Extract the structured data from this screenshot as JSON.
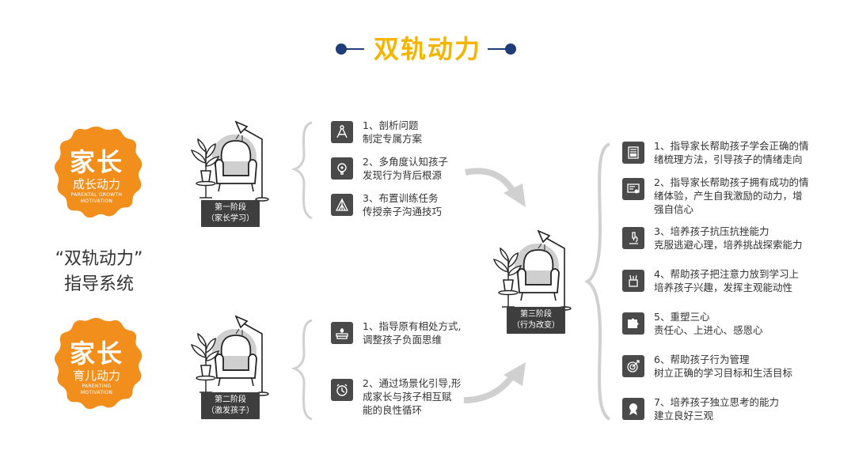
{
  "title": "双轨动力",
  "colors": {
    "orange": "#f28e1c",
    "yellow": "#f4b400",
    "navy": "#1f3d7a",
    "dark": "#4a4a4a",
    "gray": "#d0d0d0"
  },
  "system": {
    "line1": "“双轨动力”",
    "line2": "指导系统"
  },
  "badges": [
    {
      "main": "家长",
      "sub": "成长动力",
      "en1": "PARENTAL GROWTH",
      "en2": "MOTIVATION"
    },
    {
      "main": "家长",
      "sub": "育儿动力",
      "en1": "PARENTING",
      "en2": "MOTIVATION"
    }
  ],
  "stages": [
    {
      "line1": "第一阶段",
      "line2": "（家长学习）"
    },
    {
      "line1": "第二阶段",
      "line2": "（激发孩子）"
    },
    {
      "line1": "第三阶段",
      "line2": "（行为改变）"
    }
  ],
  "stage1_items": [
    {
      "icon": "compass-icon",
      "lines": [
        "1、剖析问题",
        "制定专属方案"
      ]
    },
    {
      "icon": "lightbulb-icon",
      "lines": [
        "2、多角度认知孩子",
        "发现行为背后根源"
      ]
    },
    {
      "icon": "tent-icon",
      "lines": [
        "3、布置训练任务",
        "传授亲子沟通技巧"
      ]
    }
  ],
  "stage2_items": [
    {
      "icon": "books-icon",
      "lines": [
        "1、指导原有相处方式,",
        "调整孩子负面思维"
      ]
    },
    {
      "icon": "alarm-clock-icon",
      "lines": [
        "2、通过场景化引导,形",
        "成家长与孩子相互赋",
        "能的良性循环"
      ]
    }
  ],
  "stage3_items": [
    {
      "icon": "document-icon",
      "lines": [
        "1、指导家长帮助孩子学会正确的情",
        "绪梳理方法，引导孩子的情绪走向"
      ]
    },
    {
      "icon": "certificate-icon",
      "lines": [
        "2、指导家长帮助孩子拥有成功的情",
        "绪体验，产生自我激励的动力，增",
        "强自信心"
      ]
    },
    {
      "icon": "microscope-icon",
      "lines": [
        "3、培养孩子抗压抗挫能力",
        "克服逃避心理，培养挑战探索能力"
      ]
    },
    {
      "icon": "pencil-cup-icon",
      "lines": [
        "4、帮助孩子把注意力放到学习上",
        "培养孩子兴趣，发挥主观能动性"
      ]
    },
    {
      "icon": "puzzle-icon",
      "lines": [
        "5、重塑三心",
        "责任心、上进心、感恩心"
      ]
    },
    {
      "icon": "target-icon",
      "lines": [
        "6、帮助孩子行为管理",
        "树立正确的学习目标和生活目标"
      ]
    },
    {
      "icon": "award-icon",
      "lines": [
        "7、培养孩子独立思考的能力",
        "建立良好三观"
      ]
    }
  ]
}
